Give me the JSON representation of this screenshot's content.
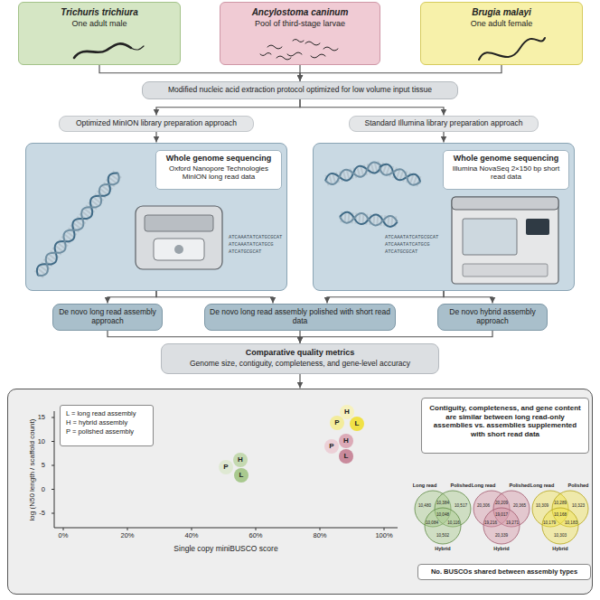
{
  "diagram": {
    "nodes": [
      {
        "text": [
          "Trichuris trichiura",
          "One adult male"
        ]
      },
      {
        "text": [
          "Ancylostoma caninum",
          "Pool of third-stage larvae"
        ]
      },
      {
        "text": [
          "Brugia malayi",
          "One adult female"
        ]
      },
      {
        "text": [
          "Modified nucleic acid extraction protocol optimized for low volume input tissue"
        ]
      },
      {
        "text": [
          "Optimized MinION library preparation approach"
        ]
      },
      {
        "text": [
          "Standard Illumina library preparation approach"
        ]
      },
      {
        "text": [
          "ATCAAATATCATGCGCAT",
          "ATCAAATATCATGCG",
          "ATCATGCGCAT"
        ]
      },
      {
        "text": [
          "Whole genome sequencing",
          "Oxford Nanopore Technologies MinION long read data"
        ],
        "in": 6
      },
      {
        "text": [
          "ATCAAATATCATGCGCAT",
          "ATCAAATATCATGCG",
          "ATCATGCGCAT"
        ]
      },
      {
        "text": [
          "Whole genome sequencing",
          "Illumina NovaSeq 2×150 bp short read data"
        ],
        "in": 8
      },
      {
        "text": [
          "De novo long read assembly approach"
        ]
      },
      {
        "text": [
          "De novo long read assembly polished with short read data"
        ]
      },
      {
        "text": [
          "De novo hybrid assembly approach"
        ]
      },
      {
        "text": [
          "Comparative quality metrics",
          "Genome size, contiguity, completeness, and gene-level accuracy"
        ]
      },
      {
        "text": [
          "log (N50 length / scaffold count)",
          "15",
          "10",
          "5",
          "0",
          "-5",
          "0%",
          "20%",
          "40%",
          "60%",
          "80%",
          "100%",
          "Single copy miniBUSCO score",
          "P",
          "H",
          "L",
          "H",
          "P",
          "L",
          "P",
          "H",
          "L",
          "Long read",
          "Polished",
          "Hybrid",
          "10,480",
          "10,384",
          "10,517",
          "10,048",
          "10,084",
          "10,116",
          "10,502",
          "Long read",
          "Polished",
          "Hybrid",
          "20,306",
          "20,209",
          "20,365",
          "19,017",
          "19,216",
          "19,271",
          "20,339",
          "Long read",
          "Polished",
          "Hybrid",
          "10,309",
          "10,289",
          "10,323",
          "10,168",
          "10,179",
          "10,183",
          "10,303"
        ]
      },
      {
        "text": [
          "L = long read assembly",
          "H = hybrid assembly",
          "P = polished assembly"
        ],
        "in": 14
      },
      {
        "text": [
          "Contiguity, completeness, and gene content are similar between long read-only assemblies vs. assemblies supplemented with short read data"
        ],
        "in": 14
      },
      {
        "text": [
          "No. BUSCOs shared between assembly types"
        ],
        "in": 14
      }
    ],
    "edges": [
      {
        "from": 0,
        "to": 3,
        "arrow": "to"
      },
      {
        "from": 1,
        "to": 3,
        "arrow": "to"
      },
      {
        "from": 2,
        "to": 3,
        "arrow": "to"
      },
      {
        "from": 3,
        "to": 4,
        "arrow": "to"
      },
      {
        "from": 3,
        "to": 5,
        "arrow": "to"
      },
      {
        "from": 4,
        "to": 6,
        "arrow": "to"
      },
      {
        "from": 5,
        "to": 8,
        "arrow": "to"
      },
      {
        "from": 6,
        "to": 10,
        "arrow": "to"
      },
      {
        "from": 6,
        "to": 11,
        "arrow": "to"
      },
      {
        "from": 8,
        "to": 11,
        "arrow": "to"
      },
      {
        "from": 8,
        "to": 12,
        "arrow": "to"
      },
      {
        "from": 10,
        "to": 13,
        "arrow": "to"
      },
      {
        "from": 11,
        "to": 13,
        "arrow": "to"
      },
      {
        "from": 12,
        "to": 13,
        "arrow": "to"
      },
      {
        "from": 13,
        "to": 14,
        "arrow": "to"
      }
    ]
  }
}
